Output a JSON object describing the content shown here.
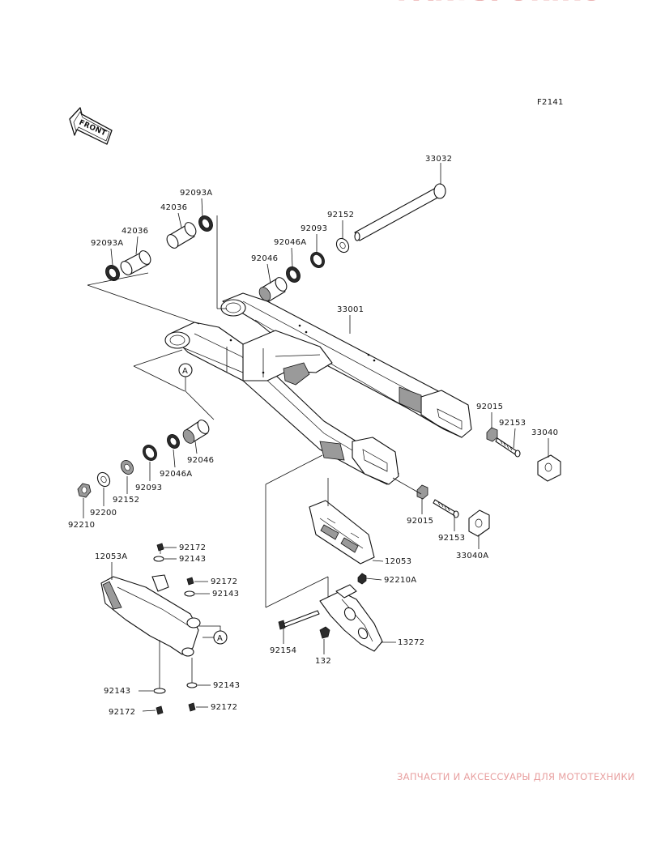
{
  "figure_code": "F2141",
  "front_label": "FRONT",
  "callouts": {
    "ref_a": "A",
    "p33032": "33032",
    "p92093A_top": "92093A",
    "p42036_top": "42036",
    "p42036_left": "42036",
    "p92093A_left": "92093A",
    "p92152_top": "92152",
    "p92093_top": "92093",
    "p92046A_top": "92046A",
    "p92046_top": "92046",
    "p33001": "33001",
    "p92015_right": "92015",
    "p92153_right": "92153",
    "p33040": "33040",
    "p92046_low": "92046",
    "p92046A_low": "92046A",
    "p92093_low": "92093",
    "p92152_low": "92152",
    "p92200": "92200",
    "p92210": "92210",
    "p92015_mid": "92015",
    "p92153_mid": "92153",
    "p33040A": "33040A",
    "p92172_a": "92172",
    "p92143_a": "92143",
    "p12053A": "12053A",
    "p92172_b": "92172",
    "p92143_b": "92143",
    "p12053": "12053",
    "p92210A": "92210A",
    "p92154": "92154",
    "p132": "132",
    "p13272": "13272",
    "p92143_c": "92143",
    "p92143_d": "92143",
    "p92172_c": "92172",
    "p92172_d": "92172"
  },
  "watermark": {
    "tagline": "ЗАПЧАСТИ И АКСЕССУАРЫ ДЛЯ МОТОТЕХНИКИ",
    "logo": "PARTSFOR.RU"
  }
}
